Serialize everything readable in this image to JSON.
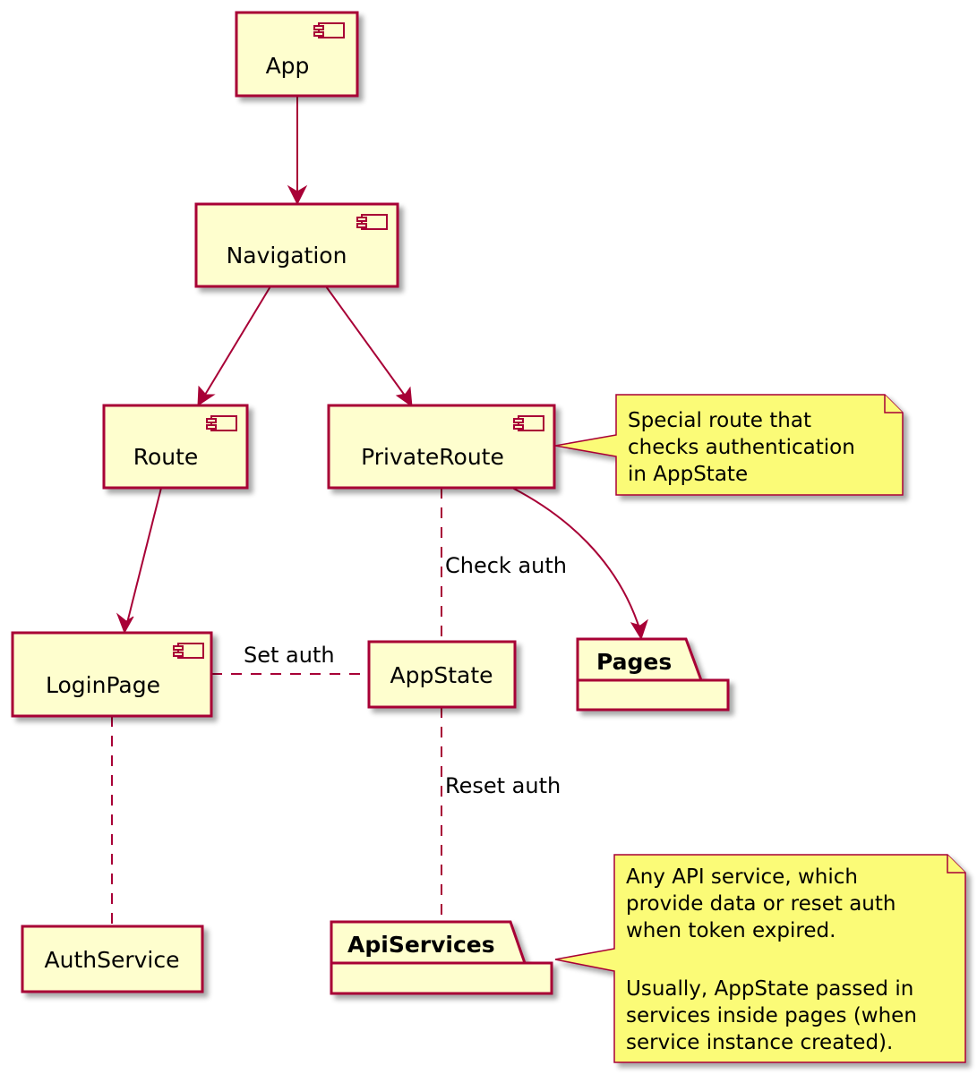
{
  "components": {
    "app": "App",
    "navigation": "Navigation",
    "route": "Route",
    "private_route": "PrivateRoute",
    "login_page": "LoginPage",
    "app_state": "AppState",
    "auth_service": "AuthService"
  },
  "packages": {
    "pages": "Pages",
    "api_services": "ApiServices"
  },
  "edge_labels": {
    "check_auth": "Check auth",
    "set_auth": "Set auth",
    "reset_auth": "Reset auth"
  },
  "notes": {
    "private_route": [
      "Special route that",
      "checks authentication",
      "in AppState"
    ],
    "api_services": [
      "Any API service, which",
      "provide data or reset auth",
      "when token expired.",
      "",
      "Usually, AppState passed in",
      "services inside pages (when",
      "service instance created)."
    ]
  }
}
